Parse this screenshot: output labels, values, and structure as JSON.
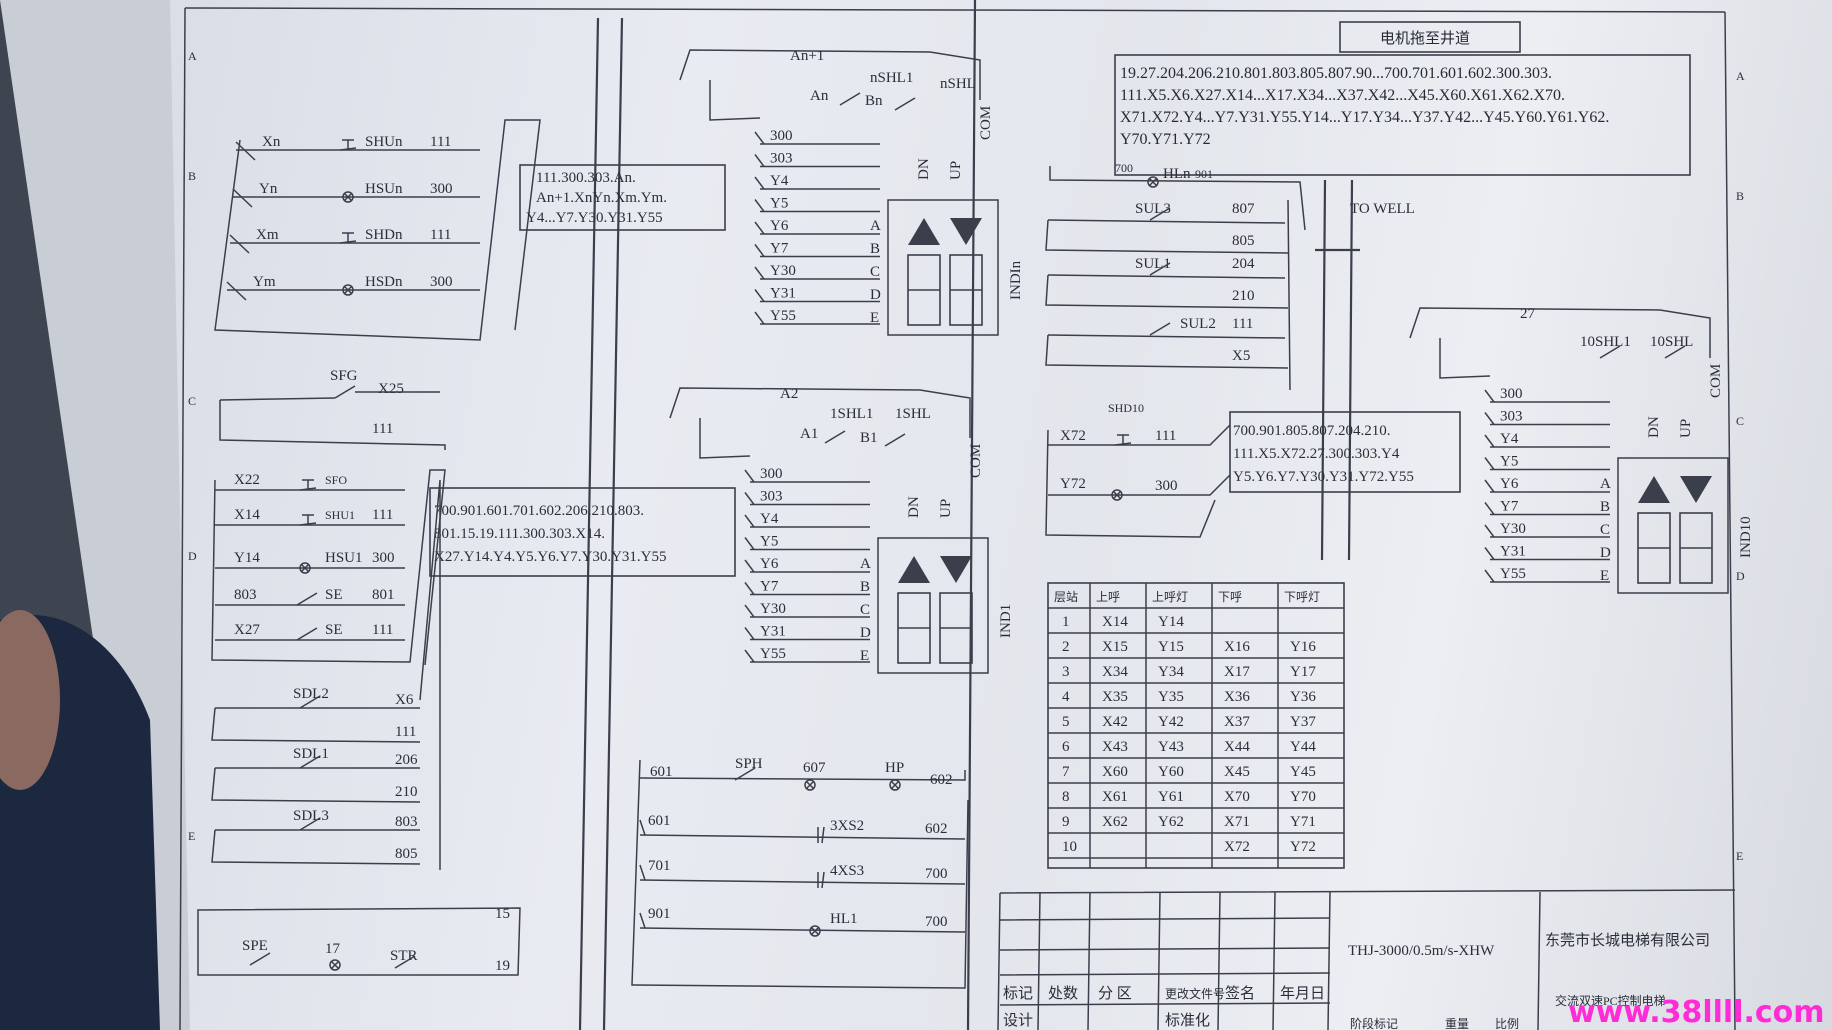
{
  "top_box_title": "电机拖至井道",
  "top_list": {
    "lines": [
      "19.27.204.206.210.801.803.805.807.90...700.701.601.602.300.303.",
      "111.X5.X6.X27.X14...X17.X34...X37.X42...X45.X60.X61.X62.X70.",
      "X71.X72.Y4...Y7.Y31.Y55.Y14...Y17.Y34...Y37.Y42...Y45.Y60.Y61.Y62.",
      "Y70.Y71.Y72"
    ]
  },
  "to_well": "TO WELL",
  "box1": {
    "lines": [
      "111.300.303.An.",
      "An+1.XnYn.Xm.Ym.",
      "Y4...Y7.Y30.Y31.Y55"
    ]
  },
  "box2": {
    "lines": [
      "700.901.601.701.602.206.210.803.",
      "801.15.19.111.300.303.X14.",
      "X27.Y14.Y4.Y5.Y6.Y7.Y30.Y31.Y55"
    ]
  },
  "box3": {
    "lines": [
      "700.901.805.807.204.210.",
      "111.X5.X72.27.300.303.Y4",
      "Y5.Y6.Y7.Y30.Y31.Y72.Y55"
    ]
  },
  "left_group": {
    "rows": [
      {
        "l": "Xn",
        "sw": "SHUn",
        "r": "111"
      },
      {
        "l": "Yn",
        "sw": "HSUn",
        "r": "300"
      },
      {
        "l": "Xm",
        "sw": "SHDn",
        "r": "111"
      },
      {
        "l": "Ym",
        "sw": "HSDn",
        "r": "300"
      }
    ],
    "sfg": "SFG",
    "x25": "X25",
    "n111": "111",
    "mid_rows": [
      {
        "l": "X22",
        "sw": "SFO",
        "r": ""
      },
      {
        "l": "X14",
        "sw": "SHU1",
        "r": "111"
      },
      {
        "l": "Y14",
        "sw": "HSU1",
        "r": "300"
      },
      {
        "l": "803",
        "sw": "SE",
        "r": "801"
      },
      {
        "l": "X27",
        "sw": "SE",
        "r": "111"
      }
    ],
    "sdl": [
      {
        "name": "SDL2",
        "a": "X6",
        "b": "111"
      },
      {
        "name": "SDL1",
        "a": "206",
        "b": "210"
      },
      {
        "name": "SDL3",
        "a": "803",
        "b": "805"
      }
    ],
    "bottom": {
      "n15": "15",
      "spe": "SPE",
      "n17": "17",
      "str": "STR",
      "n19": "19"
    }
  },
  "ind_n": {
    "top": "An+1",
    "nshl1": "nSHL1",
    "nshl": "nSHL",
    "an": "An",
    "bn": "Bn",
    "wires": [
      "300",
      "303",
      "Y4",
      "Y5",
      "Y6",
      "Y7",
      "Y30",
      "Y31",
      "Y55"
    ],
    "abcde": [
      "A",
      "B",
      "C",
      "D",
      "E"
    ],
    "dn": "DN",
    "up": "UP",
    "com": "COM",
    "label": "INDIn"
  },
  "ind_1": {
    "top": "A2",
    "shl1": "1SHL1",
    "shl": "1SHL",
    "a1": "A1",
    "b1": "B1",
    "wires": [
      "300",
      "303",
      "Y4",
      "Y5",
      "Y6",
      "Y7",
      "Y30",
      "Y31",
      "Y55"
    ],
    "abcde": [
      "A",
      "B",
      "C",
      "D",
      "E"
    ],
    "dn": "DN",
    "up": "UP",
    "com": "COM",
    "label": "IND1"
  },
  "ind_10": {
    "top": "27",
    "shl1": "10SHL1",
    "shl": "10SHL",
    "wires": [
      "300",
      "303",
      "Y4",
      "Y5",
      "Y6",
      "Y7",
      "Y30",
      "Y31",
      "Y55"
    ],
    "abcde": [
      "A",
      "B",
      "C",
      "D",
      "E"
    ],
    "dn": "DN",
    "up": "UP",
    "com": "COM",
    "label": "IND10"
  },
  "right_mid": {
    "hln": "HLn",
    "n700": "700",
    "n901": "901",
    "sul": [
      {
        "name": "SUL3",
        "a": "807",
        "b": "805"
      },
      {
        "name": "SUL1",
        "a": "204",
        "b": "210"
      },
      {
        "name": "SUL2",
        "a": "111",
        "b": "X5"
      }
    ],
    "x72": "X72",
    "shd10": "SHD10",
    "n111": "111",
    "y72": "Y72",
    "n300": "300"
  },
  "bottom_mid": {
    "r1": {
      "a": "601",
      "sw": "SPH",
      "b": "607",
      "c": "HP",
      "d": "602"
    },
    "r2": {
      "a": "601",
      "sw": "3XS2",
      "d": "602"
    },
    "r3": {
      "a": "701",
      "sw": "4XS3",
      "d": "700"
    },
    "r4": {
      "a": "901",
      "sw": "HL1",
      "d": "700"
    }
  },
  "floor_table": {
    "headers": [
      "层站",
      "上呼",
      "上呼灯",
      "下呼",
      "下呼灯"
    ],
    "rows": [
      [
        "1",
        "X14",
        "Y14",
        "",
        ""
      ],
      [
        "2",
        "X15",
        "Y15",
        "X16",
        "Y16"
      ],
      [
        "3",
        "X34",
        "Y34",
        "X17",
        "Y17"
      ],
      [
        "4",
        "X35",
        "Y35",
        "X36",
        "Y36"
      ],
      [
        "5",
        "X42",
        "Y42",
        "X37",
        "Y37"
      ],
      [
        "6",
        "X43",
        "Y43",
        "X44",
        "Y44"
      ],
      [
        "7",
        "X60",
        "Y60",
        "X45",
        "Y45"
      ],
      [
        "8",
        "X61",
        "Y61",
        "X70",
        "Y70"
      ],
      [
        "9",
        "X62",
        "Y62",
        "X71",
        "Y71"
      ],
      [
        "10",
        "",
        "",
        "X72",
        "Y72"
      ]
    ]
  },
  "title_block": {
    "model": "THJ-3000/0.5m/s-XHW",
    "company": "东莞市长城电梯有限公司",
    "drawing": "交流双速PC控制电梯",
    "row1": [
      "标记",
      "处数",
      "分 区",
      "更改文件号",
      "签名",
      "年月日"
    ],
    "row2": [
      "设计",
      "",
      "",
      "标准化"
    ],
    "stage": "阶段标记",
    "weight": "重量",
    "scale": "比例"
  },
  "border_letters": [
    "A",
    "B",
    "C",
    "D",
    "E"
  ],
  "watermark": "www.38llll.com"
}
